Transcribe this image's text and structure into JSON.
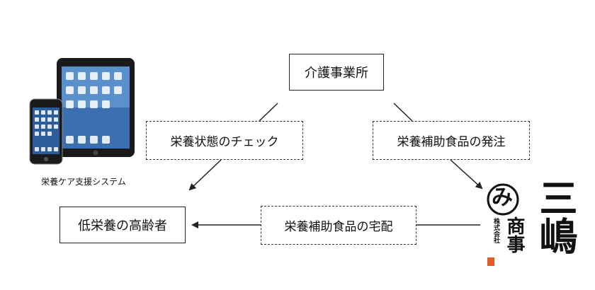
{
  "nodes": {
    "care_office": "介護事業所",
    "elderly": "低栄養の高齢者"
  },
  "edges": {
    "nutrition_check": "栄養状態のチェック",
    "food_order": "栄養補助食品の発注",
    "food_delivery": "栄養補助食品の宅配"
  },
  "device_caption": "栄養ケア支援システム",
  "logo": {
    "mark": "み",
    "name": "三嶋",
    "sub": "商事",
    "corp": "株式会社"
  },
  "colors": {
    "line": "#222222",
    "dashed_border": "#333333",
    "device_body": "#1a1a1a",
    "screen": "#3a6fb0",
    "stamp": "#e05a2a"
  }
}
